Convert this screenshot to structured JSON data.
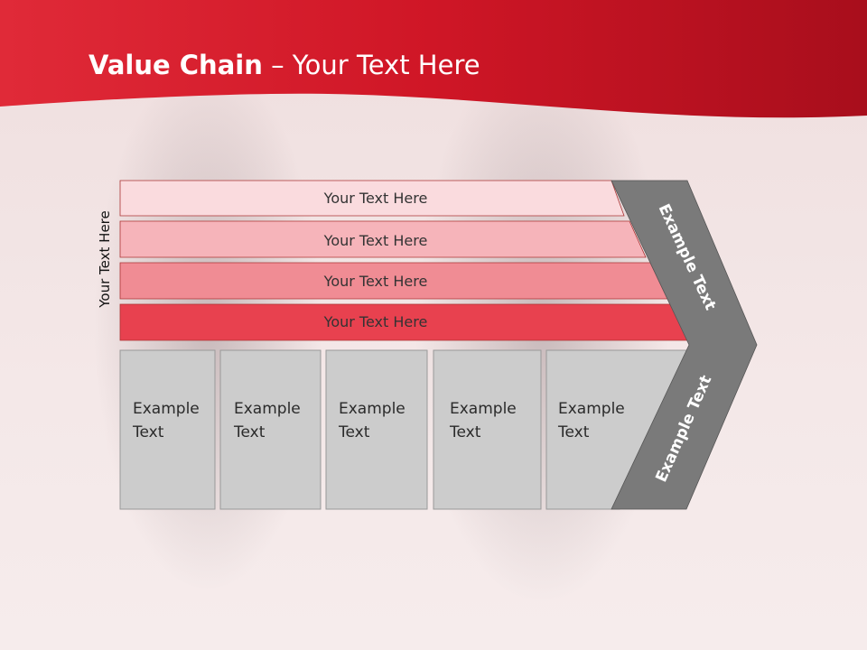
{
  "slide": {
    "title_bold": "Value Chain",
    "title_rest": " – Your Text Here",
    "side_label": "Your Text Here"
  },
  "bars": [
    {
      "label": "Your Text Here",
      "color": "#fadbde"
    },
    {
      "label": "Your Text Here",
      "color": "#f6b4ba"
    },
    {
      "label": "Your Text Here",
      "color": "#f08c94"
    },
    {
      "label": "Your Text Here",
      "color": "#e8414f"
    }
  ],
  "columns": [
    {
      "line1": "Example",
      "line2": "Text"
    },
    {
      "line1": "Example",
      "line2": "Text"
    },
    {
      "line1": "Example",
      "line2": "Text"
    },
    {
      "line1": "Example",
      "line2": "Text"
    },
    {
      "line1": "Example",
      "line2": "Text"
    }
  ],
  "chevron": {
    "upper_label": "Example Text",
    "lower_label": "Example Text",
    "color": "#7a7a7a"
  },
  "colors": {
    "header_red": "#d21a2a",
    "cell_gray": "#cccccc"
  }
}
